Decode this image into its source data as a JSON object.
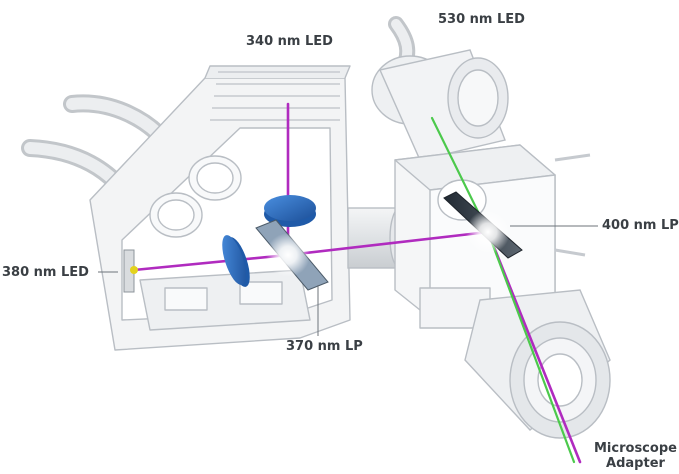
{
  "labels": {
    "led_340": "340 nm LED",
    "led_530": "530 nm LED",
    "led_380": "380 nm LED",
    "lp_400": "400 nm LP",
    "lp_370": "370 nm LP",
    "adapter_line1": "Microscope",
    "adapter_line2": "Adapter"
  },
  "colors": {
    "violet_beam": "#b02bbf",
    "green_beam": "#4cc94c",
    "filter_blue": "#2a6fc4",
    "housing_line": "#b9bec4",
    "label_text": "#3a3f44"
  }
}
